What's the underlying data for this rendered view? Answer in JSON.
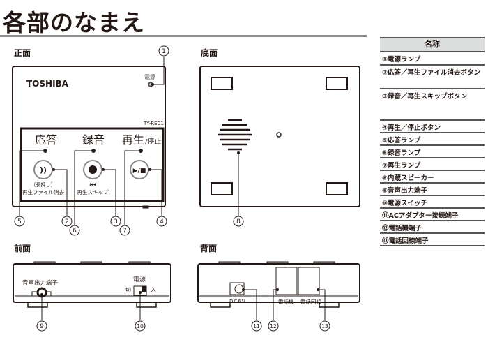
{
  "page_title": "各部のなまえ",
  "table": {
    "header": "名称",
    "rows": [
      "①電源ランプ",
      "②応答／再生ファイル消去ボタン",
      "③録音／再生スキップボタン",
      "④再生／停止ボタン",
      "⑤応答ランプ",
      "⑥録音ランプ",
      "⑦再生ランプ",
      "⑧内蔵スピーカー",
      "⑨音声出力端子",
      "⑩電源スイッチ",
      "⑪ACアダプター接続端子",
      "⑫電話機端子",
      "⑬電話回線端子"
    ]
  },
  "views": {
    "top": {
      "label": "正面",
      "brand": "TOSHIBA",
      "power_label": "電源",
      "model": "TY-REC1",
      "answer": "応答",
      "record": "録音",
      "play": "再生",
      "stop": "/停止",
      "long_press": "〔長押し〕",
      "delete_file": "再生ファイル消去",
      "skip_icon": "⏮",
      "skip": "再生スキップ",
      "play_stop_icon": "▶/■"
    },
    "bottom": {
      "label": "底面"
    },
    "front": {
      "label": "前面",
      "audio_out": "音声出力端子",
      "power": "電源",
      "off": "切",
      "on": "入"
    },
    "back": {
      "label": "背面",
      "dc": "DC6V",
      "phone": "電話機",
      "line": "電話回線"
    }
  },
  "callouts": [
    "1",
    "2",
    "3",
    "4",
    "5",
    "6",
    "7",
    "8",
    "9",
    "10",
    "11",
    "12",
    "13"
  ]
}
